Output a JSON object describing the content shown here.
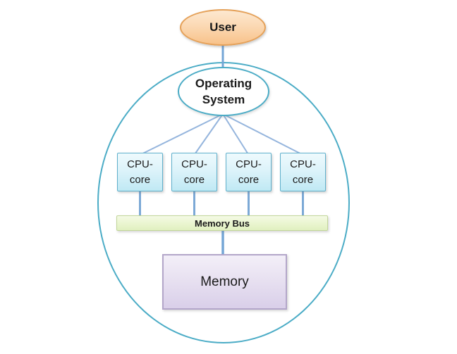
{
  "diagram": {
    "description": "Multicore system diagram: user on top of operating system controlling four CPU cores connected through a memory bus to memory",
    "user": {
      "label": "User"
    },
    "os": {
      "label": "Operating System",
      "line1": "Operating",
      "line2": "System"
    },
    "cpu_cores": [
      {
        "line1": "CPU-",
        "line2": "core"
      },
      {
        "line1": "CPU-",
        "line2": "core"
      },
      {
        "line1": "CPU-",
        "line2": "core"
      },
      {
        "line1": "CPU-",
        "line2": "core"
      }
    ],
    "memory_bus": {
      "label": "Memory Bus"
    },
    "memory": {
      "label": "Memory"
    },
    "edges": [
      {
        "from": "user",
        "to": "operating-system"
      },
      {
        "from": "operating-system",
        "to": "cpu-core-1"
      },
      {
        "from": "operating-system",
        "to": "cpu-core-2"
      },
      {
        "from": "operating-system",
        "to": "cpu-core-3"
      },
      {
        "from": "operating-system",
        "to": "cpu-core-4"
      },
      {
        "from": "cpu-core-1",
        "to": "memory-bus"
      },
      {
        "from": "cpu-core-2",
        "to": "memory-bus"
      },
      {
        "from": "cpu-core-3",
        "to": "memory-bus"
      },
      {
        "from": "cpu-core-4",
        "to": "memory-bus"
      },
      {
        "from": "memory-bus",
        "to": "memory"
      }
    ],
    "colors": {
      "boundary_stroke": "#4bacc6",
      "user_fill": "#f8c28a",
      "user_stroke": "#e5a159",
      "os_stroke": "#4bacc6",
      "cpu_fill": "#c0e9f4",
      "cpu_stroke": "#5fb0cc",
      "bus_fill": "#e0f0c0",
      "bus_stroke": "#c2d69a",
      "memory_fill": "#d9cfe9",
      "memory_stroke": "#b3a6c9",
      "connector_blue": "#74a6d6",
      "connector_fan": "#95b5dd",
      "text": "#1a1a1a",
      "background": "#ffffff"
    }
  }
}
